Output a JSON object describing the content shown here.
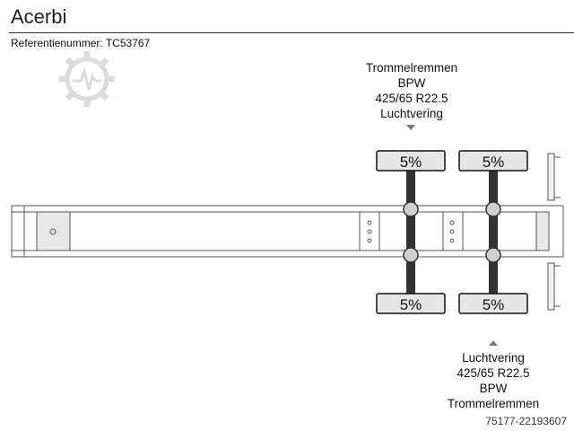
{
  "header": {
    "title": "Acerbi",
    "reference": "Referentienummer: TC53767"
  },
  "axle_groups": [
    {
      "spec": [
        "Trommelremmen",
        "BPW",
        "425/65 R22.5",
        "Luchtvering"
      ],
      "top_load": "5%",
      "bottom_load": "5%"
    },
    {
      "spec": [
        "Luchtvering",
        "425/65 R22.5",
        "BPW",
        "Trommelremmen"
      ],
      "top_load": "5%",
      "bottom_load": "5%"
    }
  ],
  "icons": {
    "watermark": "gear-heartbeat-icon",
    "spec_top_pointer": "triangle-down-icon",
    "spec_bottom_pointer": "triangle-up-icon"
  },
  "colors": {
    "line": "#555555",
    "axle": "#333333",
    "wheel_fill": "#e6e6e6",
    "watermark": "#d8d8d8"
  },
  "footer": {
    "code": "75177-22193607"
  }
}
